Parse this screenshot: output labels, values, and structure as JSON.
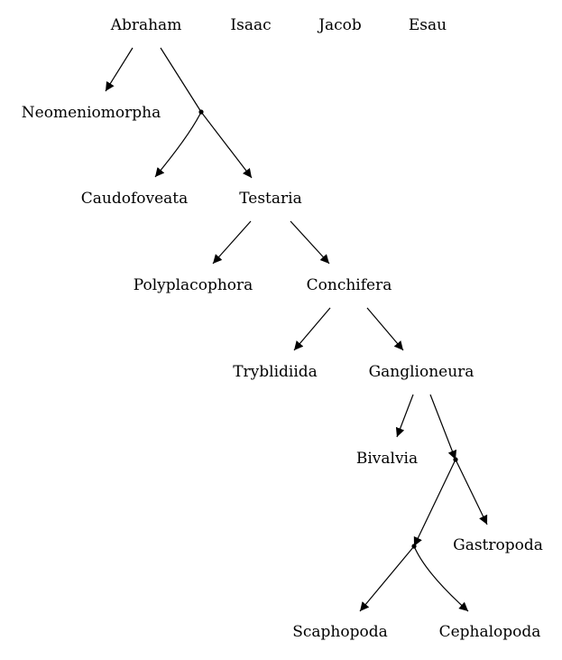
{
  "diagram": {
    "labels": {
      "abraham": "Abraham",
      "isaac": "Isaac",
      "jacob": "Jacob",
      "esau": "Esau",
      "neomeniomorpha": "Neomeniomorpha",
      "caudofoveata": "Caudofoveata",
      "testaria": "Testaria",
      "polyplacophora": "Polyplacophora",
      "conchifera": "Conchifera",
      "tryblidiida": "Tryblidiida",
      "ganglioneura": "Ganglioneura",
      "bivalvia": "Bivalvia",
      "gastropoda": "Gastropoda",
      "scaphopoda": "Scaphopoda",
      "cephalopoda": "Cephalopoda"
    },
    "colors": {
      "line": "#000000",
      "text": "#000000",
      "background": "#ffffff"
    }
  }
}
